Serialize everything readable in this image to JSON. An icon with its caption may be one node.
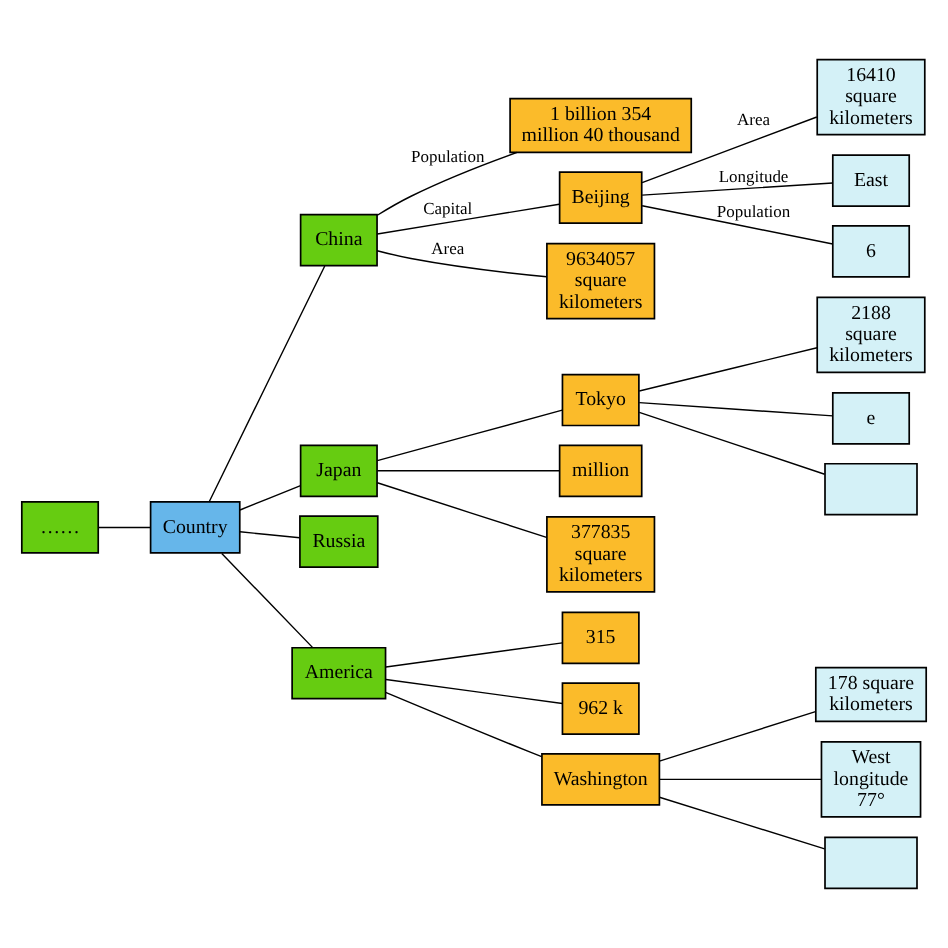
{
  "diagram": {
    "nodes": [
      {
        "text": [
          "Country"
        ]
      },
      {
        "text": [
          "China"
        ]
      },
      {
        "text": [
          "1 billion 354 million 40 thousand"
        ]
      },
      {
        "text": [
          "Beijing"
        ]
      },
      {
        "text": [
          "16410 square kilometers"
        ]
      },
      {
        "text": [
          "East"
        ]
      },
      {
        "text": [
          "6"
        ]
      },
      {
        "text": [
          "9634057 square kilometers"
        ]
      },
      {
        "text": [
          "……"
        ]
      },
      {
        "text": [
          "Japan"
        ]
      },
      {
        "text": [
          "Tokyo"
        ]
      },
      {
        "text": [
          "2188 square kilometers"
        ]
      },
      {
        "text": [
          "e"
        ]
      },
      {
        "text": [],
        "shape": "box"
      },
      {
        "text": [
          "million"
        ]
      },
      {
        "text": [
          "377835 square kilometers"
        ]
      },
      {
        "text": [
          "Russia"
        ]
      },
      {
        "text": [
          "America"
        ]
      },
      {
        "text": [
          "315"
        ]
      },
      {
        "text": [
          "962 k"
        ]
      },
      {
        "text": [
          "Washington"
        ]
      },
      {
        "text": [
          "178 square kilometers"
        ]
      },
      {
        "text": [
          "West longitude 77°"
        ]
      },
      {
        "text": [],
        "shape": "box"
      }
    ],
    "edges": [
      {
        "from": 0,
        "to": 1,
        "arrow": "none"
      },
      {
        "from": 1,
        "to": 2,
        "arrow": "none",
        "label": "Population"
      },
      {
        "from": 1,
        "to": 3,
        "arrow": "none",
        "label": "Capital"
      },
      {
        "from": 3,
        "to": 4,
        "arrow": "none",
        "label": "Area"
      },
      {
        "from": 3,
        "to": 5,
        "arrow": "none",
        "label": "Longitude"
      },
      {
        "from": 3,
        "to": 6,
        "arrow": "none",
        "label": "Population"
      },
      {
        "from": 1,
        "to": 7,
        "arrow": "none",
        "label": "Area"
      },
      {
        "from": 8,
        "to": 0,
        "arrow": "none"
      },
      {
        "from": 0,
        "to": 9,
        "arrow": "none"
      },
      {
        "from": 9,
        "to": 10,
        "arrow": "none"
      },
      {
        "from": 10,
        "to": 11,
        "arrow": "none"
      },
      {
        "from": 10,
        "to": 12,
        "arrow": "none"
      },
      {
        "from": 10,
        "to": 13,
        "arrow": "none"
      },
      {
        "from": 9,
        "to": 14,
        "arrow": "none"
      },
      {
        "from": 9,
        "to": 15,
        "arrow": "none"
      },
      {
        "from": 0,
        "to": 16,
        "arrow": "none"
      },
      {
        "from": 0,
        "to": 17,
        "arrow": "none"
      },
      {
        "from": 17,
        "to": 18,
        "arrow": "none"
      },
      {
        "from": 17,
        "to": 19,
        "arrow": "none"
      },
      {
        "from": 17,
        "to": 20,
        "arrow": "none"
      },
      {
        "from": 20,
        "to": 21,
        "arrow": "none"
      },
      {
        "from": 20,
        "to": 22,
        "arrow": "none"
      },
      {
        "from": 20,
        "to": 23,
        "arrow": "none"
      }
    ]
  }
}
